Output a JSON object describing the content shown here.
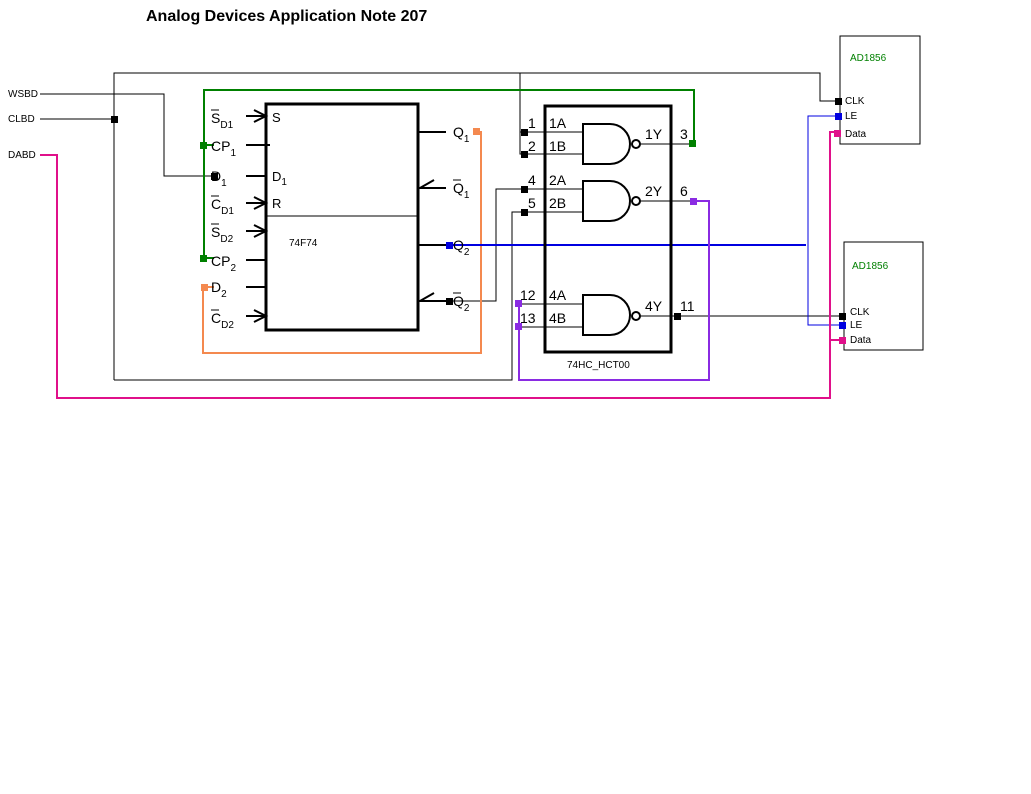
{
  "title": "Analog Devices Application Note 207",
  "inputs": {
    "wsbd": "WSBD",
    "clbd": "CLBD",
    "dabd": "DABD"
  },
  "flipflop": {
    "name": "74F74",
    "left_pins": [
      {
        "main": "S",
        "sub": "D1",
        "overbar": true
      },
      {
        "main": "CP",
        "sub": "1",
        "overbar": false
      },
      {
        "main": "D",
        "sub": "1",
        "overbar": false
      },
      {
        "main": "C",
        "sub": "D1",
        "overbar": true
      },
      {
        "main": "S",
        "sub": "D2",
        "overbar": true
      },
      {
        "main": "CP",
        "sub": "2",
        "overbar": false
      },
      {
        "main": "D",
        "sub": "2",
        "overbar": false
      },
      {
        "main": "C",
        "sub": "D2",
        "overbar": true
      }
    ],
    "inner_labels": {
      "s": "S",
      "d1": "D",
      "d1_sub": "1",
      "r": "R"
    },
    "right_pins": [
      {
        "main": "Q",
        "sub": "1",
        "overbar": false
      },
      {
        "main": "Q",
        "sub": "1",
        "overbar": true
      },
      {
        "main": "Q",
        "sub": "2",
        "overbar": false
      },
      {
        "main": "Q",
        "sub": "2",
        "overbar": true
      }
    ]
  },
  "nand_chip": {
    "name": "74HC_HCT00",
    "gate1": {
      "pin_a": "1",
      "label_a": "1A",
      "pin_b": "2",
      "label_b": "1B",
      "out_label": "1Y",
      "out_pin": "3"
    },
    "gate2": {
      "pin_a": "4",
      "label_a": "2A",
      "pin_b": "5",
      "label_b": "2B",
      "out_label": "2Y",
      "out_pin": "6"
    },
    "gate4": {
      "pin_a": "12",
      "label_a": "4A",
      "pin_b": "13",
      "label_b": "4B",
      "out_label": "4Y",
      "out_pin": "11"
    }
  },
  "dac1": {
    "name": "AD1856",
    "clk": "CLK",
    "le": "LE",
    "data": "Data"
  },
  "dac2": {
    "name": "AD1856",
    "clk": "CLK",
    "le": "LE",
    "data": "Data"
  },
  "colors": {
    "wire": "#000000",
    "green": "#008000",
    "orange": "#f4894f",
    "blue": "#0000e0",
    "purple": "#8a2be2",
    "magenta": "#e0108a",
    "dac_title": "#008000"
  }
}
